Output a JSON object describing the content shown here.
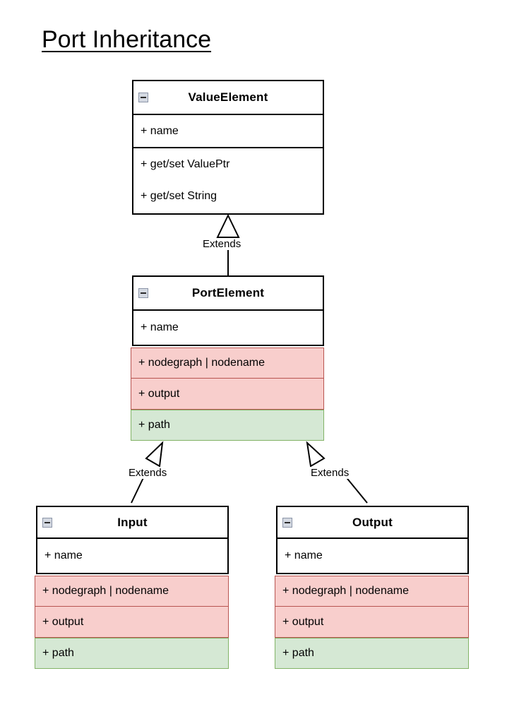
{
  "page": {
    "title": "Port Inheritance",
    "background": "#ffffff"
  },
  "colors": {
    "red_fill": "#f8cecc",
    "red_stroke": "#b85450",
    "green_fill": "#d5e8d4",
    "green_stroke": "#82b366",
    "box_stroke": "#000000",
    "box_fill": "#ffffff"
  },
  "icons": {
    "collapse": "minus-box-icon"
  },
  "classes": {
    "value_element": {
      "name": "ValueElement",
      "attributes": [
        "+ name"
      ],
      "methods": [
        "+ get/set ValuePtr",
        "+ get/set String"
      ]
    },
    "port_element": {
      "name": "PortElement",
      "attributes": [
        "+ name"
      ],
      "highlighted": [
        {
          "label": "+ nodegraph | nodename",
          "color": "red"
        },
        {
          "label": "+ output",
          "color": "red"
        },
        {
          "label": "+ path",
          "color": "green"
        }
      ]
    },
    "input": {
      "name": "Input",
      "attributes": [
        "+ name"
      ],
      "highlighted": [
        {
          "label": "+ nodegraph | nodename",
          "color": "red"
        },
        {
          "label": "+ output",
          "color": "red"
        },
        {
          "label": "+ path",
          "color": "green"
        }
      ]
    },
    "output": {
      "name": "Output",
      "attributes": [
        "+ name"
      ],
      "highlighted": [
        {
          "label": "+ nodegraph | nodename",
          "color": "red"
        },
        {
          "label": "+ output",
          "color": "red"
        },
        {
          "label": "+ path",
          "color": "green"
        }
      ]
    }
  },
  "edges": {
    "value_port": {
      "label": "Extends"
    },
    "port_input": {
      "label": "Extends"
    },
    "port_output": {
      "label": "Extends"
    }
  }
}
